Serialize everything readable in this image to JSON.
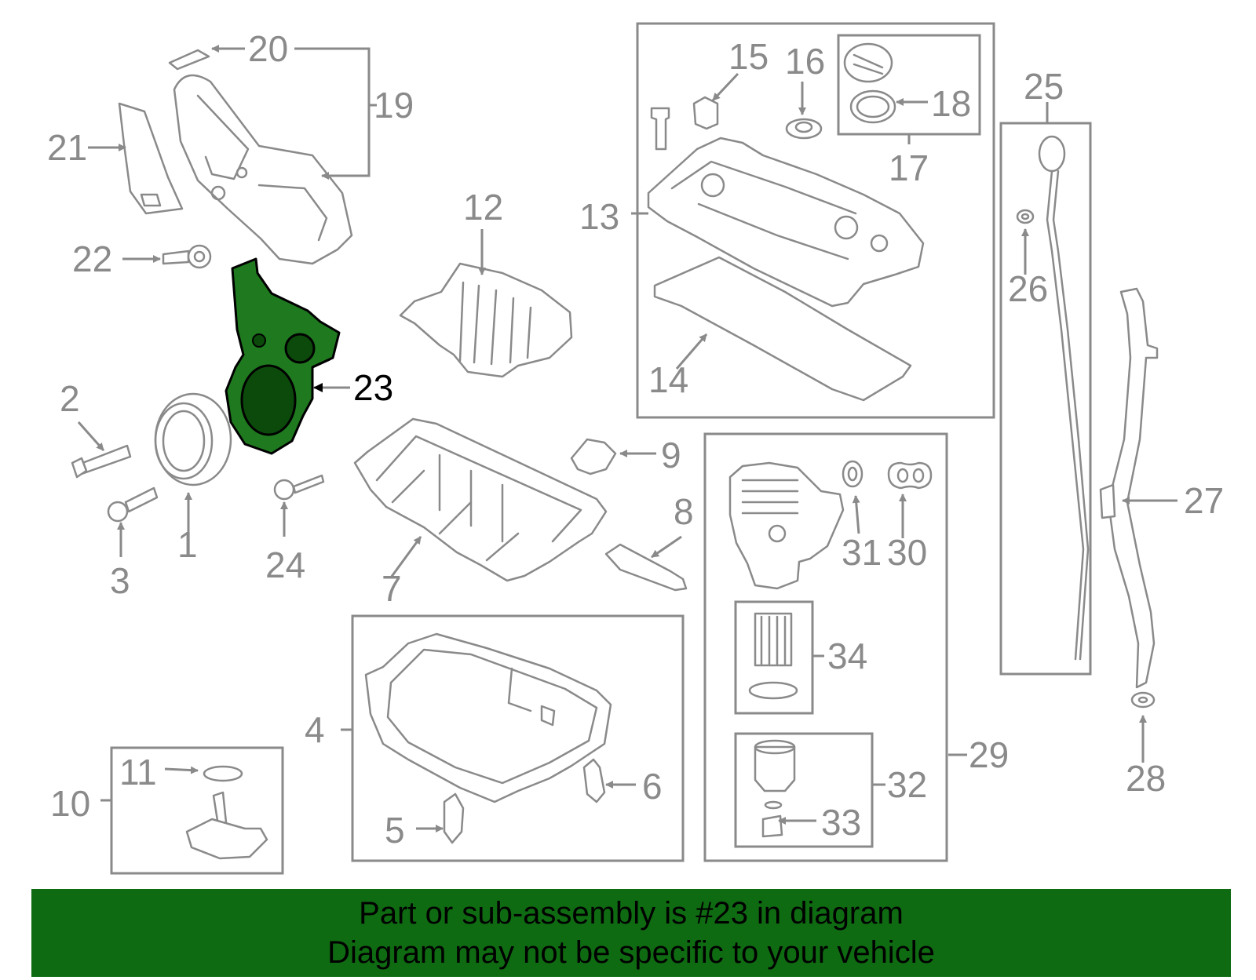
{
  "diagram": {
    "highlighted_part": "23",
    "highlight_color": "#1f7a1f",
    "labels": {
      "p1": "1",
      "p2": "2",
      "p3": "3",
      "p4": "4",
      "p5": "5",
      "p6": "6",
      "p7": "7",
      "p8": "8",
      "p9": "9",
      "p10": "10",
      "p11": "11",
      "p12": "12",
      "p13": "13",
      "p14": "14",
      "p15": "15",
      "p16": "16",
      "p17": "17",
      "p18": "18",
      "p19": "19",
      "p20": "20",
      "p21": "21",
      "p22": "22",
      "p23": "23",
      "p24": "24",
      "p25": "25",
      "p26": "26",
      "p27": "27",
      "p28": "28",
      "p29": "29",
      "p30": "30",
      "p31": "31",
      "p32": "32",
      "p33": "33",
      "p34": "34"
    }
  },
  "banner": {
    "color": "#0f6b12",
    "line1": "Part or sub-assembly is #23 in diagram",
    "line2": "Diagram may not be specific to your vehicle"
  }
}
